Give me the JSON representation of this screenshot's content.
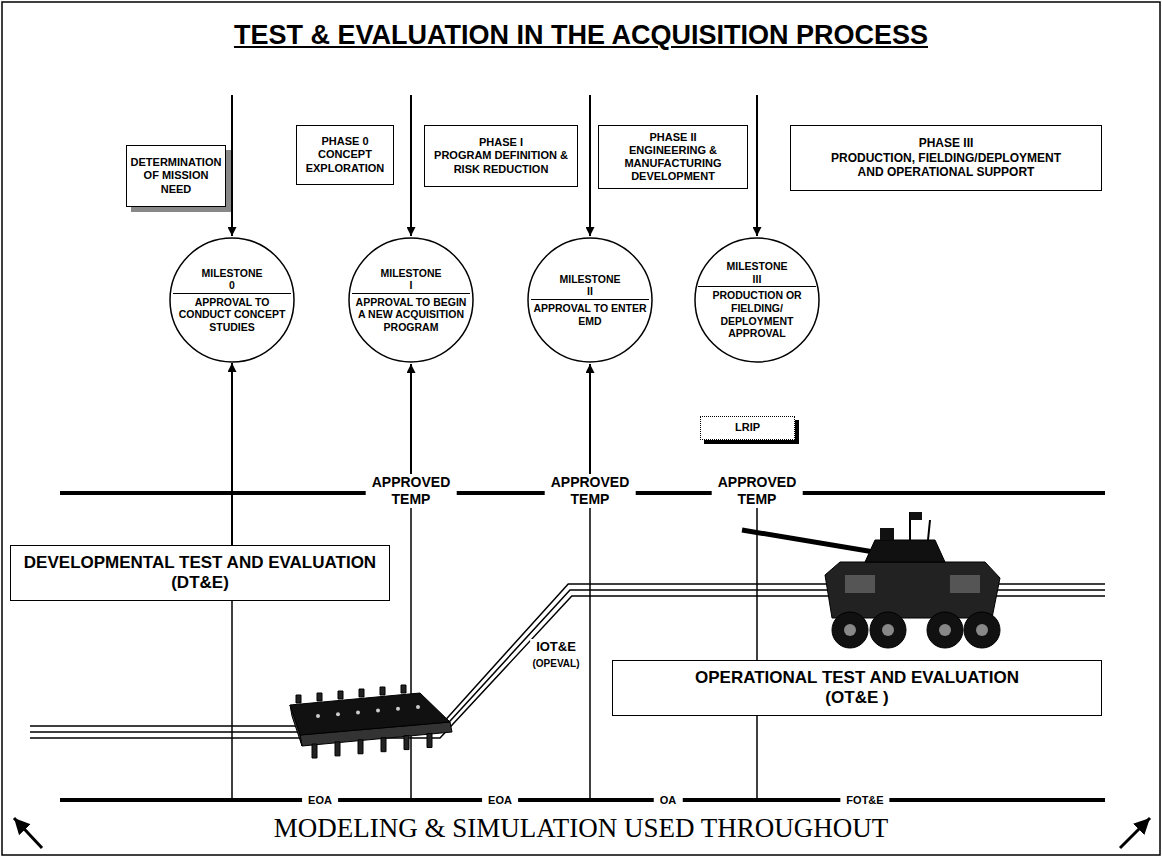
{
  "diagram": {
    "title": "TEST & EVALUATION IN THE ACQUISITION PROCESS",
    "nodes": [
      {
        "text": [
          "DETERMINATION OF MISSION NEED"
        ]
      },
      {
        "text": [
          "PHASE 0",
          "CONCEPT EXPLORATION"
        ]
      },
      {
        "text": [
          "PHASE I",
          "PROGRAM DEFINITION & RISK REDUCTION"
        ]
      },
      {
        "text": [
          "PHASE II",
          "ENGINEERING & MANUFACTURING DEVELOPMENT"
        ]
      },
      {
        "text": [
          "PHASE III",
          "PRODUCTION, FIELDING/DEPLOYMENT AND OPERATIONAL SUPPORT"
        ]
      },
      {
        "text": [
          "MILESTONE 0",
          "APPROVAL TO CONDUCT CONCEPT STUDIES"
        ]
      },
      {
        "text": [
          "MILESTONE I",
          "APPROVAL TO BEGIN A NEW ACQUISITION PROGRAM"
        ]
      },
      {
        "text": [
          "MILESTONE II",
          "APPROVAL TO ENTER EMD"
        ]
      },
      {
        "text": [
          "MILESTONE III",
          "PRODUCTION OR FIELDING/ DEPLOYMENT APPROVAL"
        ]
      },
      {
        "text": [
          "LRIP"
        ]
      },
      {
        "text": [
          "DEVELOPMENTAL TEST AND EVALUATION",
          "(DT&E)"
        ]
      },
      {
        "text": [
          "OPERATIONAL TEST AND EVALUATION",
          "(OT&E )"
        ]
      }
    ],
    "edges": [
      {
        "from": 10,
        "to": 5,
        "arrow": "to"
      }
    ],
    "labels": [
      "APPROVED TEMP",
      "APPROVED TEMP",
      "APPROVED TEMP",
      "IOT&E",
      "(OPEVAL)",
      "EOA",
      "EOA",
      "OA",
      "FOT&E",
      "MODELING & SIMULATION USED THROUGHOUT"
    ]
  }
}
